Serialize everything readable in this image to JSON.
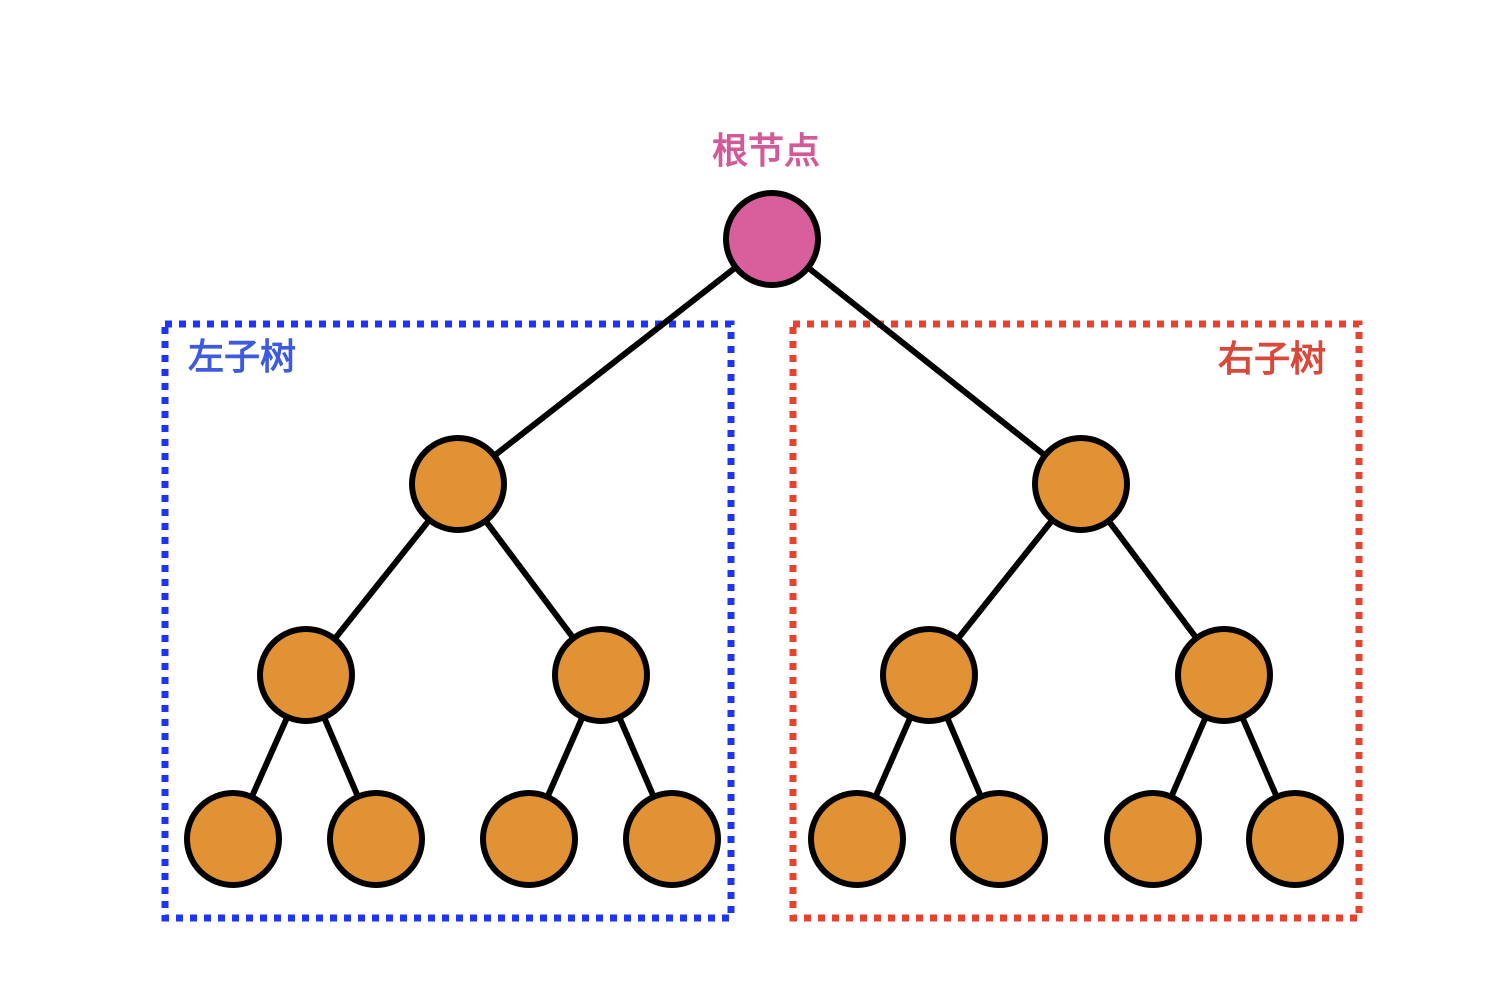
{
  "labels": {
    "root": "根节点",
    "left_subtree": "左子树",
    "right_subtree": "右子树"
  },
  "colors": {
    "root_fill": "#D95E9C",
    "node_fill": "#E09235",
    "stroke": "#000000",
    "left_box": "#1F35F5",
    "right_box": "#E8422F",
    "root_label": "#D35A98",
    "left_label": "#3E5BE0",
    "right_label": "#D9493A"
  },
  "tree": {
    "id": "root",
    "role": "root",
    "children": [
      {
        "id": "L",
        "children": [
          {
            "id": "LL",
            "children": [
              {
                "id": "LLL",
                "children": []
              },
              {
                "id": "LLR",
                "children": []
              }
            ]
          },
          {
            "id": "LR",
            "children": [
              {
                "id": "LRL",
                "children": []
              },
              {
                "id": "LRR",
                "children": []
              }
            ]
          }
        ]
      },
      {
        "id": "R",
        "children": [
          {
            "id": "RL",
            "children": [
              {
                "id": "RLL",
                "children": []
              },
              {
                "id": "RLR",
                "children": []
              }
            ]
          },
          {
            "id": "RR",
            "children": [
              {
                "id": "RRL",
                "children": []
              },
              {
                "id": "RRR",
                "children": []
              }
            ]
          }
        ]
      }
    ]
  }
}
